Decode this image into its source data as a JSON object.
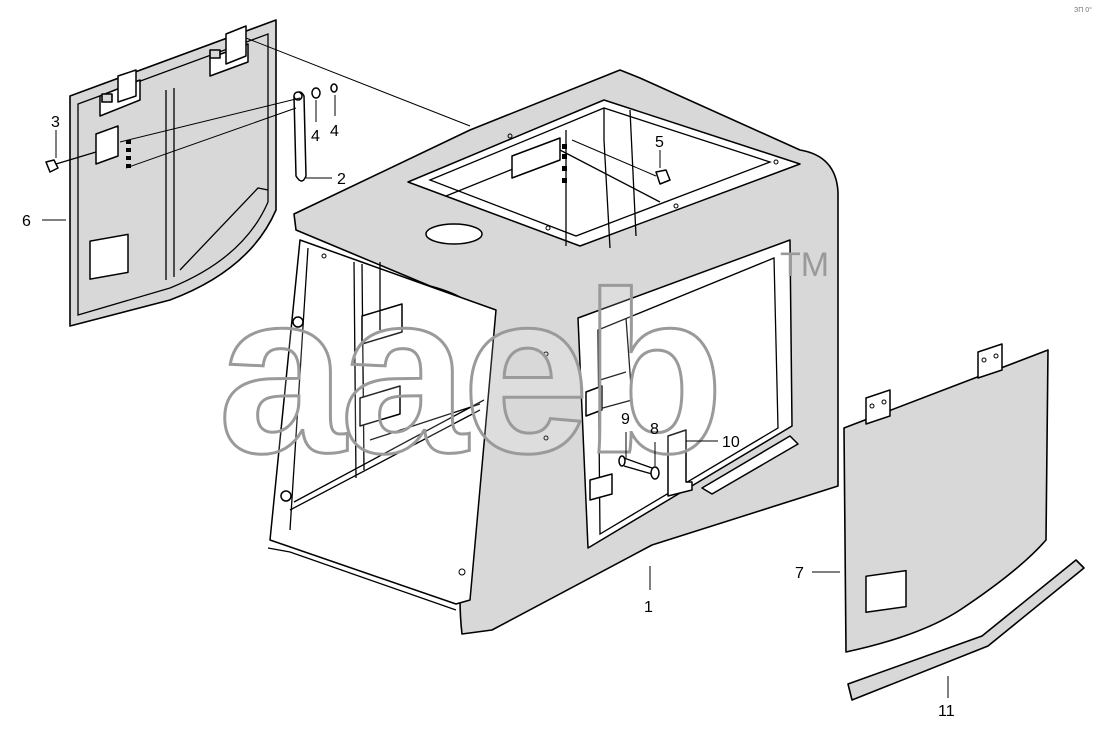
{
  "watermark": {
    "text": "aaeb",
    "tm": "TM"
  },
  "corner_mark": "ЗП 0°",
  "callouts": [
    {
      "id": "c1",
      "text": "1"
    },
    {
      "id": "c2",
      "text": "2"
    },
    {
      "id": "c3",
      "text": "3"
    },
    {
      "id": "c4a",
      "text": "4"
    },
    {
      "id": "c4b",
      "text": "4"
    },
    {
      "id": "c5",
      "text": "5"
    },
    {
      "id": "c6",
      "text": "6"
    },
    {
      "id": "c7",
      "text": "7"
    },
    {
      "id": "c8",
      "text": "8"
    },
    {
      "id": "c9",
      "text": "9"
    },
    {
      "id": "c10",
      "text": "10"
    },
    {
      "id": "c11",
      "text": "11"
    }
  ]
}
